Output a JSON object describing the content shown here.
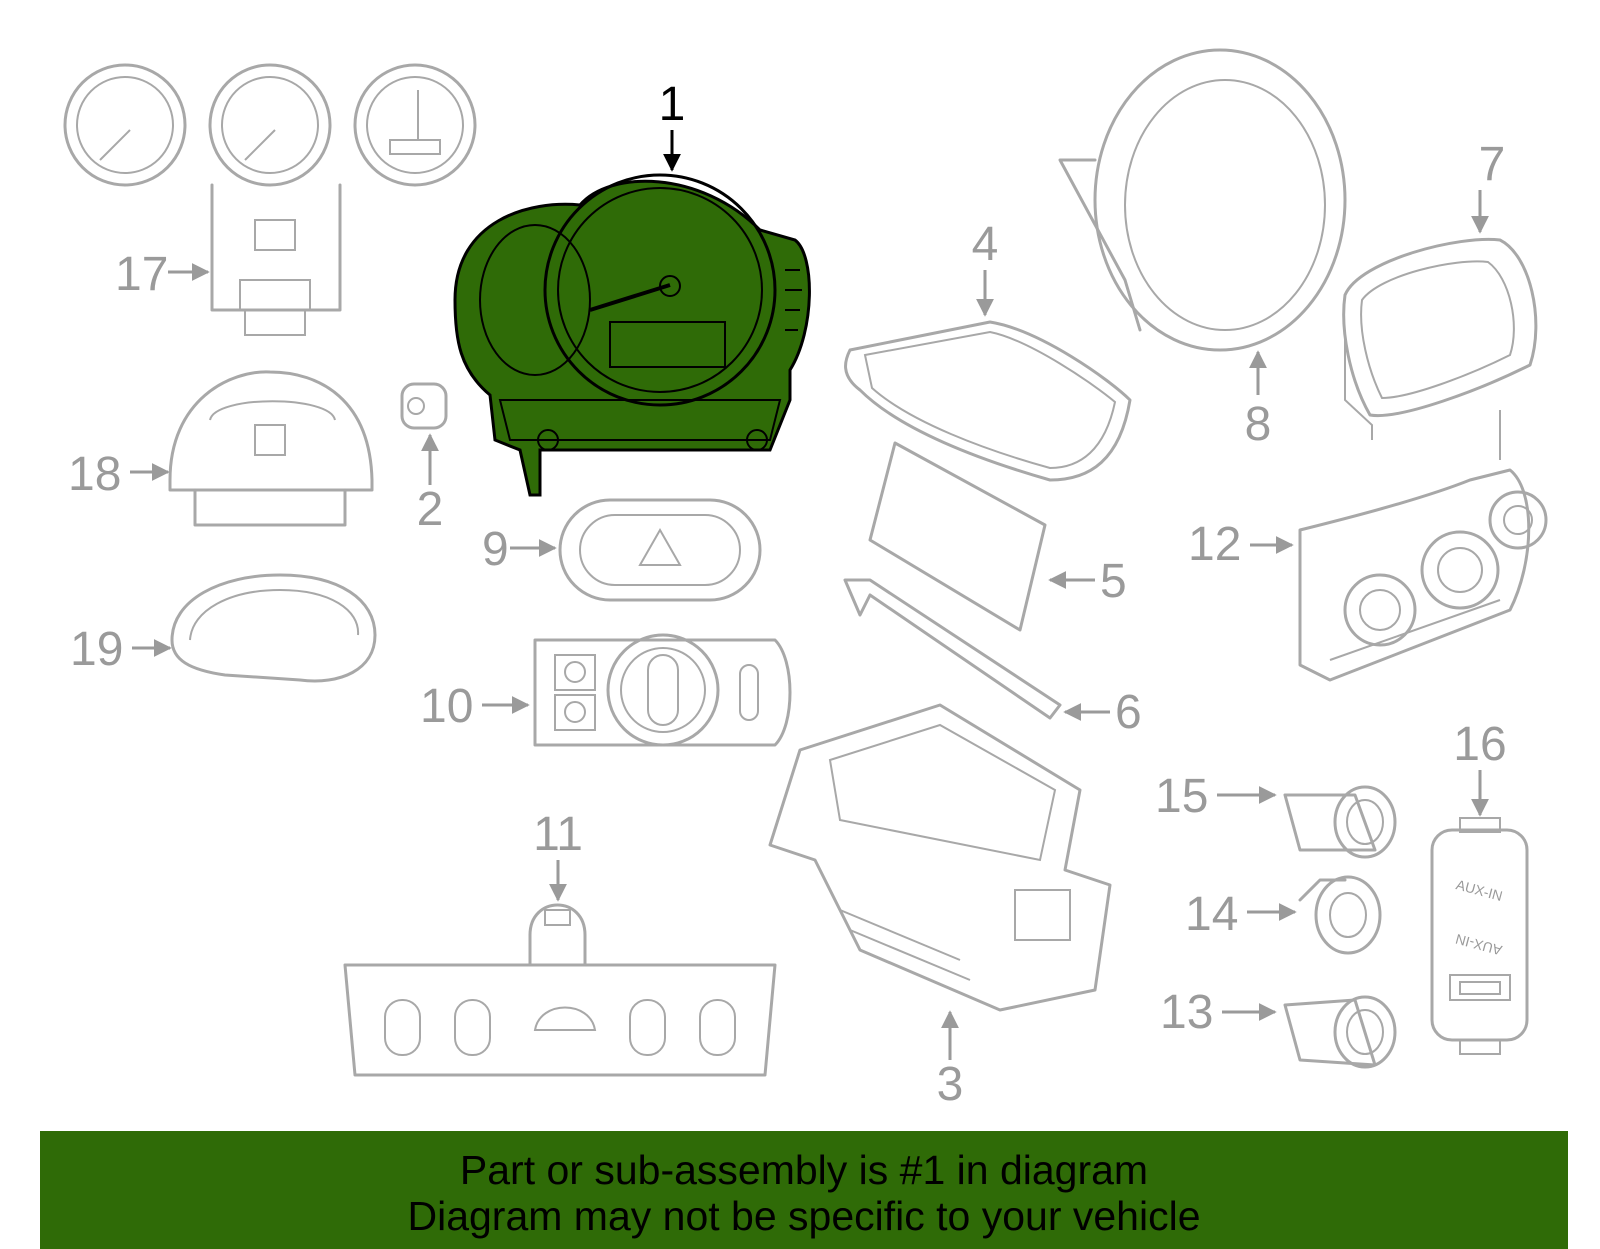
{
  "highlight_color": "#2f6b07",
  "part_stroke_color": "#a8a8a8",
  "callouts": [
    {
      "id": "1",
      "label": "1",
      "highlighted": true
    },
    {
      "id": "2",
      "label": "2"
    },
    {
      "id": "3",
      "label": "3"
    },
    {
      "id": "4",
      "label": "4"
    },
    {
      "id": "5",
      "label": "5"
    },
    {
      "id": "6",
      "label": "6"
    },
    {
      "id": "7",
      "label": "7"
    },
    {
      "id": "8",
      "label": "8"
    },
    {
      "id": "9",
      "label": "9"
    },
    {
      "id": "10",
      "label": "10"
    },
    {
      "id": "11",
      "label": "11"
    },
    {
      "id": "12",
      "label": "12"
    },
    {
      "id": "13",
      "label": "13"
    },
    {
      "id": "14",
      "label": "14"
    },
    {
      "id": "15",
      "label": "15"
    },
    {
      "id": "16",
      "label": "16"
    },
    {
      "id": "17",
      "label": "17"
    },
    {
      "id": "18",
      "label": "18"
    },
    {
      "id": "19",
      "label": "19"
    }
  ],
  "part_labels": {
    "aux_in_top": "AUX-IN",
    "aux_in_bottom": "AUX-IN"
  },
  "banner": {
    "line1": "Part or sub-assembly is #1 in diagram",
    "line2": "Diagram may not be specific to your vehicle"
  }
}
